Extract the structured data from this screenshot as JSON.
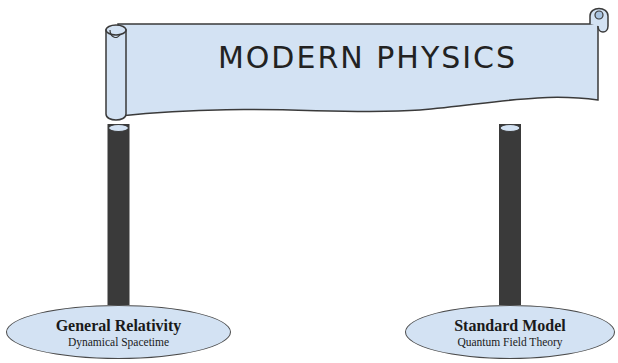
{
  "diagram": {
    "nodes": [
      {
        "text": [
          "MODERN PHYSICS"
        ]
      },
      {
        "text": [
          "General Relativity",
          "Dynamical Spacetime"
        ]
      },
      {
        "text": [
          "Standard Model",
          "Quantum Field Theory"
        ]
      }
    ],
    "edges": [
      {
        "from": 0,
        "to": 1,
        "arrow": "none"
      },
      {
        "from": 0,
        "to": 2,
        "arrow": "none"
      }
    ]
  }
}
